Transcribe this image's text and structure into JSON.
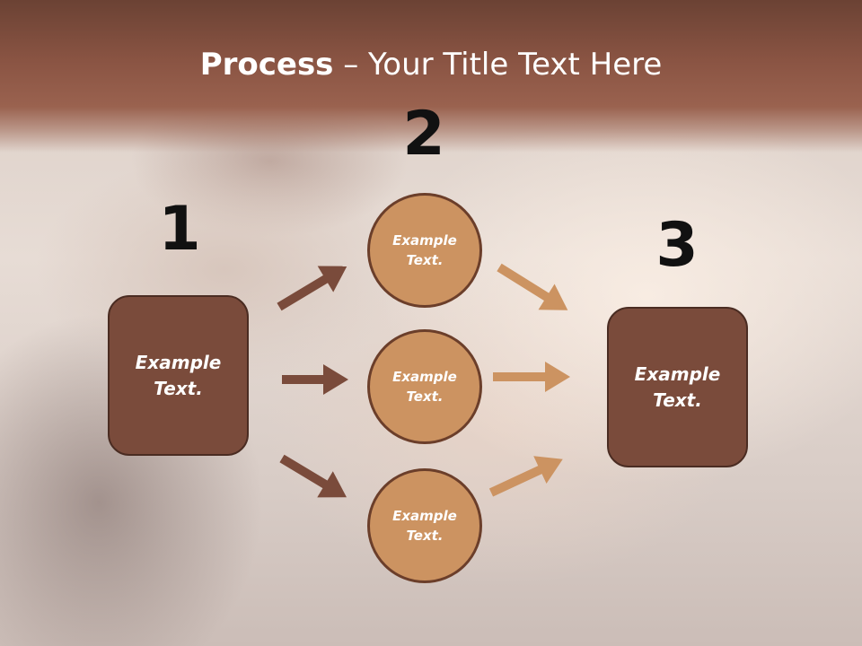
{
  "title": {
    "bold": "Process",
    "rest": " – Your Title Text Here"
  },
  "steps": {
    "one": "1",
    "two": "2",
    "three": "3"
  },
  "left_box": {
    "line1": "Example",
    "line2": "Text."
  },
  "right_box": {
    "line1": "Example",
    "line2": "Text."
  },
  "circles": [
    {
      "line1": "Example",
      "line2": "Text."
    },
    {
      "line1": "Example",
      "line2": "Text."
    },
    {
      "line1": "Example",
      "line2": "Text."
    }
  ],
  "colors": {
    "dark_arrow": "#7a4b3b",
    "light_arrow": "#cc9361",
    "box_fill": "#7a4b3b",
    "circle_fill": "#cc9361",
    "header": "#8a5443"
  }
}
